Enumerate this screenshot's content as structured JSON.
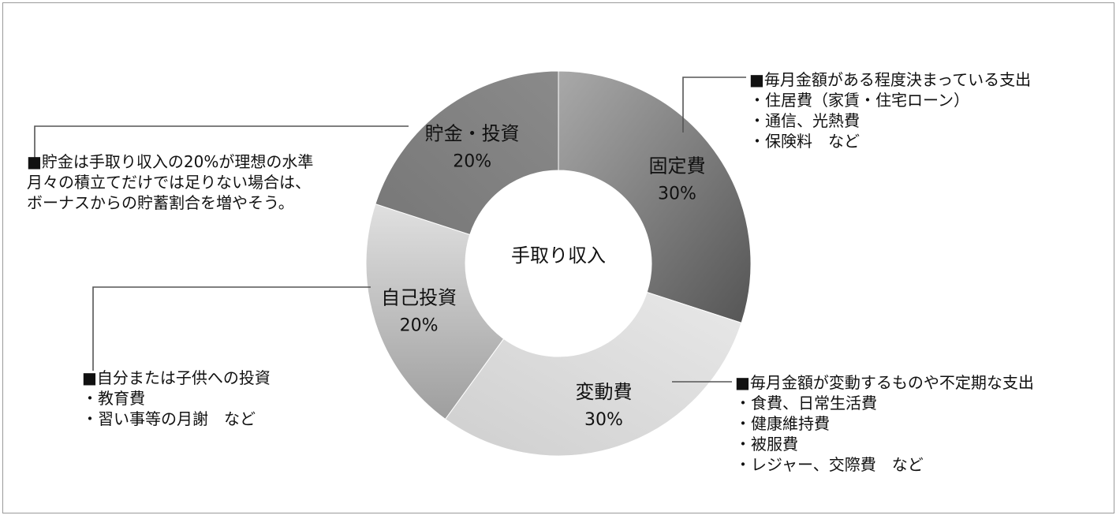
{
  "chart_data": {
    "type": "pie",
    "center_label": "手取り収入",
    "slices": [
      {
        "name": "固定費",
        "label": "30%",
        "value": 30,
        "color": "#777777"
      },
      {
        "name": "変動費",
        "label": "30%",
        "value": 30,
        "color": "#dcdcdc"
      },
      {
        "name": "自己投資",
        "label": "20%",
        "value": 20,
        "color": "#c6c6c6"
      },
      {
        "name": "貯金・投資",
        "label": "20%",
        "value": 20,
        "color": "#8e8e8e"
      }
    ]
  },
  "notes": {
    "fixed": {
      "title": "■毎月金額がある程度決まっている支出",
      "lines": [
        "・住居費（家賃・住宅ローン）",
        "・通信、光熱費",
        "・保険料　など"
      ]
    },
    "variable": {
      "title": "■毎月金額が変動するものや不定期な支出",
      "lines": [
        "・食費、日常生活費",
        "・健康維持費",
        "・被服費",
        "・レジャー、交際費　など"
      ]
    },
    "self_invest": {
      "title": "■自分または子供への投資",
      "lines": [
        "・教育費",
        "・習い事等の月謝　など"
      ]
    },
    "savings": {
      "title": "■貯金は手取り収入の20%が理想の水準",
      "lines": [
        "月々の積立てだけでは足りない場合は、",
        "ボーナスからの貯蓄割合を増やそう。"
      ]
    }
  }
}
